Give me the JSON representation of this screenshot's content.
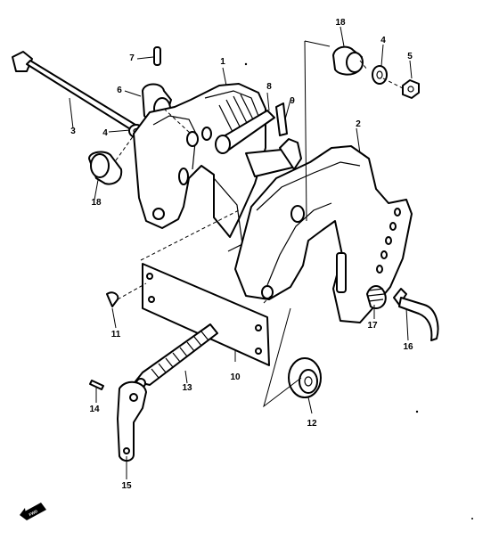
{
  "callouts": {
    "c1": "1",
    "c2": "2",
    "c3": "3",
    "c4a": "4",
    "c4b": "4",
    "c5": "5",
    "c6": "6",
    "c7": "7",
    "c8": "8",
    "c9": "9",
    "c10": "10",
    "c11": "11",
    "c12": "12",
    "c13": "13",
    "c14": "14",
    "c15": "15",
    "c16": "16",
    "c17": "17",
    "c18a": "18",
    "c18b": "18"
  },
  "badge": {
    "text": "FWD"
  },
  "colors": {
    "ink": "#000000",
    "paper": "#ffffff"
  }
}
